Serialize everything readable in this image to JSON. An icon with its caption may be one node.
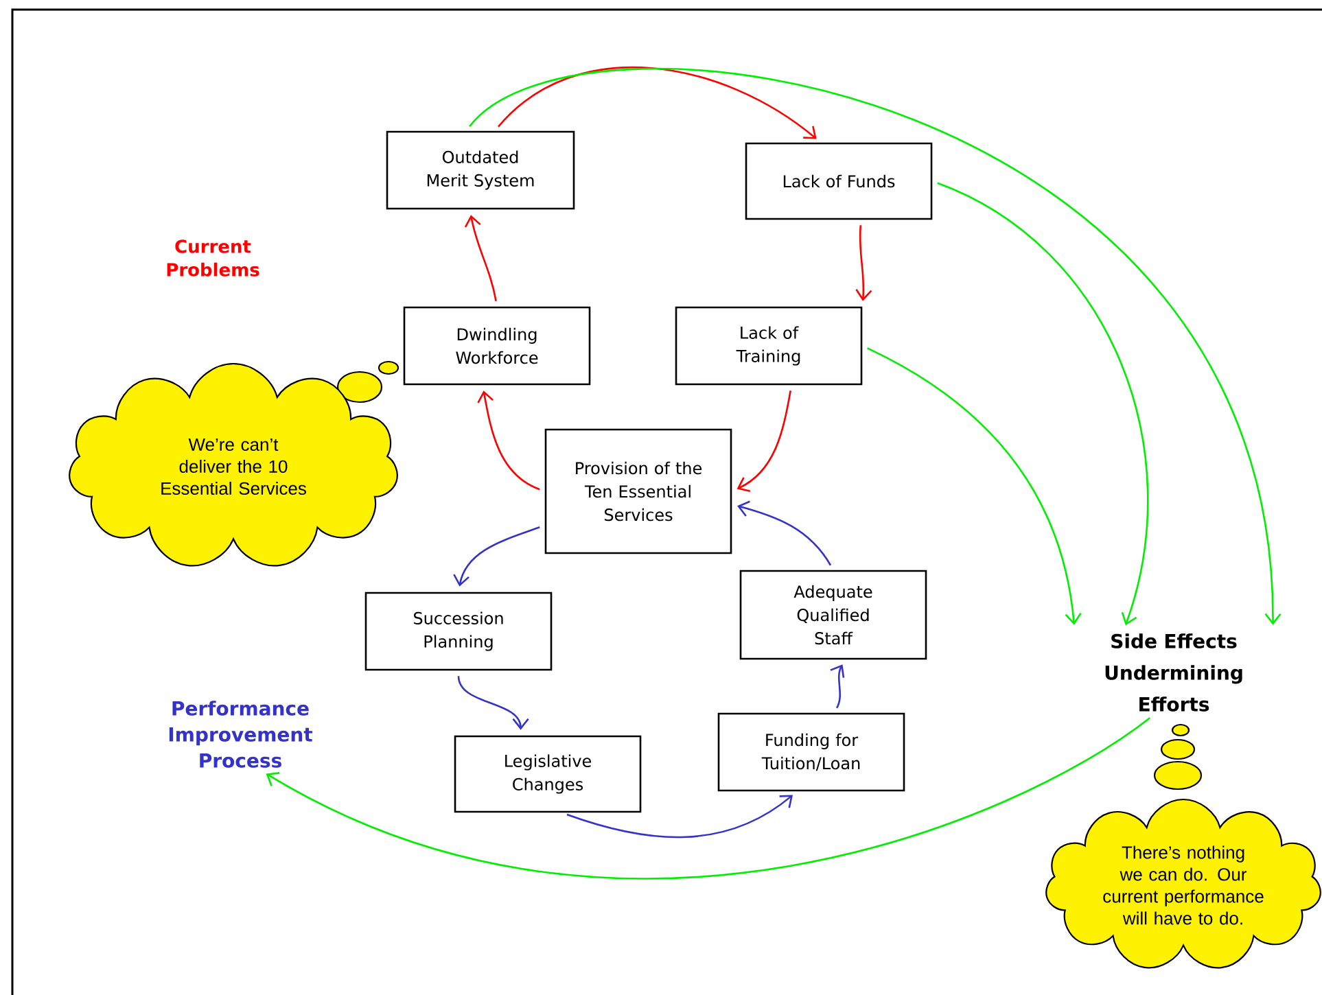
{
  "diagram": {
    "nodes": [
      {
        "text": [
          "Outdated Merit System"
        ]
      },
      {
        "text": [
          "Lack of Funds"
        ]
      },
      {
        "text": [
          "Dwindling Workforce"
        ]
      },
      {
        "text": [
          "Lack of Training"
        ]
      },
      {
        "text": [
          "We’re can’t deliver the 10 Essential Services"
        ]
      },
      {
        "text": [
          "Provision of the Ten Essential Services"
        ]
      },
      {
        "text": [
          "Succession Planning"
        ]
      },
      {
        "text": [
          "Adequate Qualified Staff"
        ]
      },
      {
        "text": [
          "Side Effects Undermining Efforts"
        ]
      },
      {
        "text": [
          "Performance Improvement Process"
        ]
      },
      {
        "text": [
          "Legislative Changes"
        ]
      },
      {
        "text": [
          "Funding for Tuition/Loan"
        ]
      },
      {
        "text": [
          "There’s nothing we can do.  Our current performance will have to do."
        ]
      }
    ],
    "edges": [
      {
        "from": 0,
        "to": 1,
        "arrow": "to",
        "color": "#ff0000"
      },
      {
        "from": 1,
        "to": 3,
        "arrow": "to",
        "color": "#ff0000"
      },
      {
        "from": 3,
        "to": 5,
        "arrow": "to",
        "color": "#ff0000"
      },
      {
        "from": 5,
        "to": 2,
        "arrow": "to",
        "color": "#ff0000"
      },
      {
        "from": 2,
        "to": 0,
        "arrow": "to",
        "color": "#ff0000"
      },
      {
        "from": 5,
        "to": 6,
        "arrow": "to",
        "color": "#3333cc"
      },
      {
        "from": 6,
        "to": 10,
        "arrow": "to",
        "color": "#3333cc"
      },
      {
        "from": 10,
        "to": 11,
        "arrow": "to",
        "color": "#3333cc"
      },
      {
        "from": 11,
        "to": 7,
        "arrow": "to",
        "color": "#3333cc"
      },
      {
        "from": 7,
        "to": 5,
        "arrow": "to",
        "color": "#3333cc"
      },
      {
        "from": 0,
        "to": 8,
        "arrow": "to",
        "color": "#00ee00"
      },
      {
        "from": 1,
        "to": 8,
        "arrow": "to",
        "color": "#00ee00"
      },
      {
        "from": 3,
        "to": 8,
        "arrow": "to",
        "color": "#00ee00"
      },
      {
        "from": 8,
        "to": 9,
        "arrow": "to",
        "color": "#00ee00"
      }
    ],
    "labels": [
      "Current Problems"
    ]
  }
}
